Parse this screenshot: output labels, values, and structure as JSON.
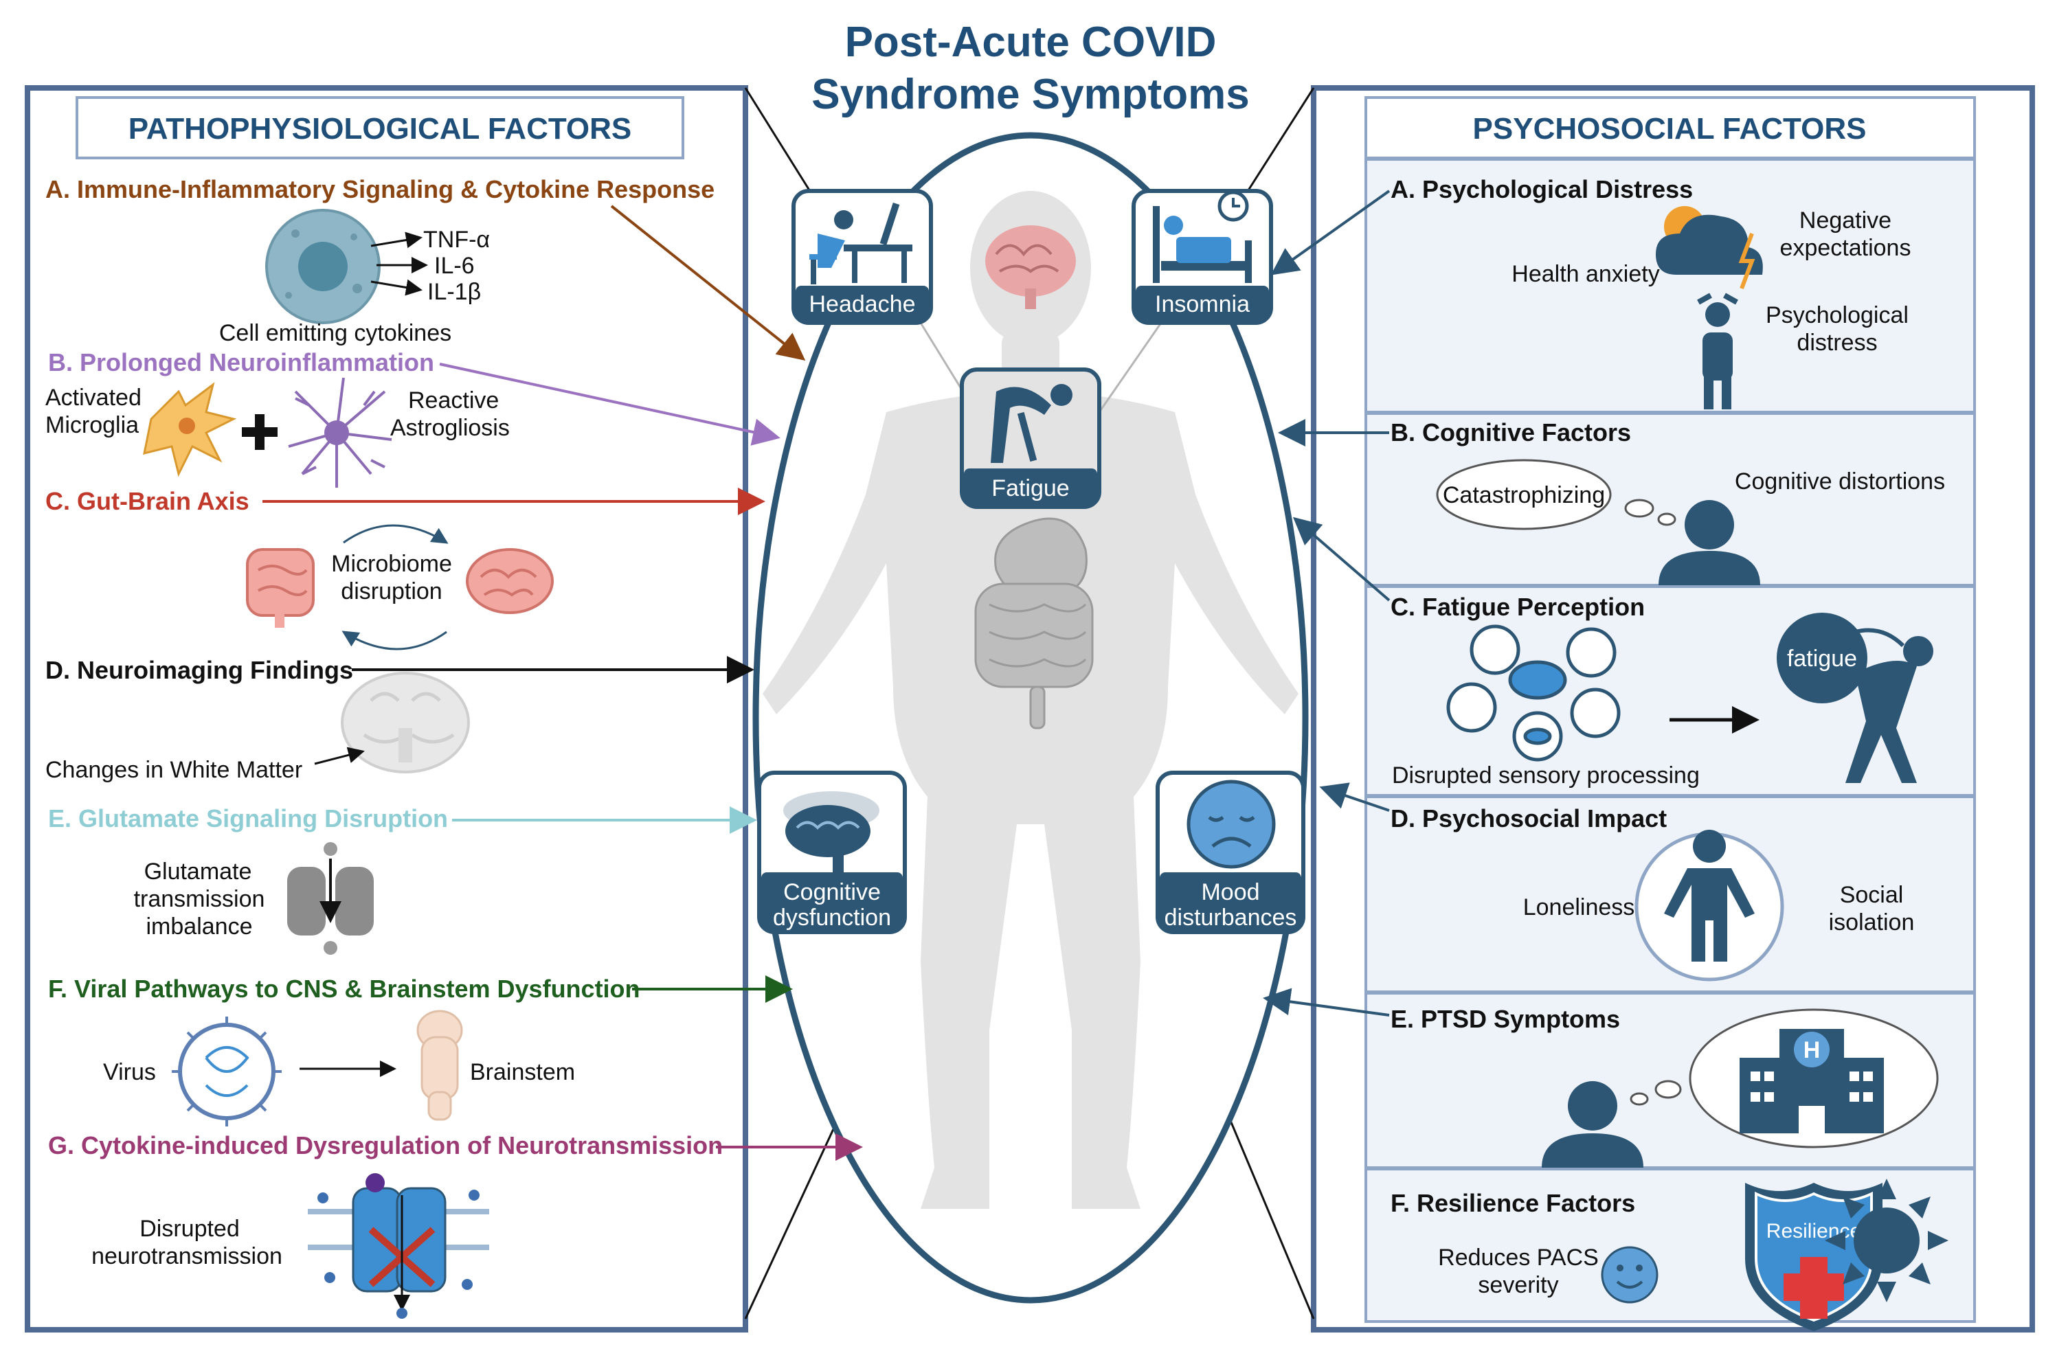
{
  "title": {
    "line1": "Post-Acute COVID",
    "line2": "Syndrome Symptoms"
  },
  "left_panel": {
    "title": "PATHOPHYSIOLOGICAL FACTORS",
    "sections": {
      "a": {
        "header": "A. Immune-Inflammatory Signaling & Cytokine Response",
        "color": "#8b4513",
        "cytokines": [
          "TNF-α",
          "IL-6",
          "IL-1β"
        ],
        "caption": "Cell emitting cytokines"
      },
      "b": {
        "header": "B. Prolonged Neuroinflammation",
        "color": "#9b72c0",
        "microglia": [
          "Activated",
          "Microglia"
        ],
        "astro": [
          "Reactive",
          "Astrogliosis"
        ]
      },
      "c": {
        "header": "C. Gut-Brain Axis",
        "color": "#c0392b",
        "caption": [
          "Microbiome",
          "disruption"
        ]
      },
      "d": {
        "header": "D. Neuroimaging Findings",
        "color": "#111111",
        "caption": "Changes in White Matter"
      },
      "e": {
        "header": "E. Glutamate Signaling Disruption",
        "color": "#8fcdd4",
        "caption": [
          "Glutamate",
          "transmission",
          "imbalance"
        ]
      },
      "f": {
        "header": "F. Viral Pathways to CNS & Brainstem Dysfunction",
        "color": "#1e5e1e",
        "virus": "Virus",
        "brainstem": "Brainstem"
      },
      "g": {
        "header": "G. Cytokine-induced Dysregulation of Neurotransmission",
        "color": "#9c3a73",
        "caption": [
          "Disrupted",
          "neurotransmission"
        ]
      }
    }
  },
  "center": {
    "symptoms": {
      "headache": "Headache",
      "insomnia": "Insomnia",
      "fatigue": "Fatigue",
      "cognitive": [
        "Cognitive",
        "dysfunction"
      ],
      "mood": [
        "Mood",
        "disturbances"
      ]
    }
  },
  "right_panel": {
    "title": "PSYCHOSOCIAL FACTORS",
    "sections": {
      "a": {
        "header": "A. Psychological Distress",
        "health": "Health anxiety",
        "negative": [
          "Negative",
          "expectations"
        ],
        "distress": [
          "Psychological",
          "distress"
        ]
      },
      "b": {
        "header": "B. Cognitive Factors",
        "catastrophizing": "Catastrophizing",
        "distortions": "Cognitive distortions"
      },
      "c": {
        "header": "C. Fatigue Perception",
        "fatigue_word": "fatigue",
        "caption": "Disrupted sensory processing"
      },
      "d": {
        "header": "D. Psychosocial Impact",
        "loneliness": "Loneliness",
        "isolation": [
          "Social",
          "isolation"
        ]
      },
      "e": {
        "header": "E. PTSD Symptoms",
        "hospital_letter": "H"
      },
      "f": {
        "header": "F. Resilience Factors",
        "shield": "Resilience",
        "reduces": [
          "Reduces PACS",
          "severity"
        ]
      }
    }
  },
  "colors": {
    "navy": "#2d5674",
    "frame": "#4f6b94",
    "title": "#1f4e79",
    "body": "#e3e3e3"
  },
  "icons": [
    "cell-icon",
    "microglia-icon",
    "astrocyte-icon",
    "intestine-icon",
    "brain-icon",
    "white-matter-brain-icon",
    "glutamate-receptor-icon",
    "virus-icon",
    "brainstem-icon",
    "ion-channel-icon",
    "headache-icon",
    "insomnia-icon",
    "fatigue-icon",
    "cognitive-brain-icon",
    "sad-face-icon",
    "storm-cloud-icon",
    "distress-person-icon",
    "thought-bubble-icon",
    "person-icon",
    "senses-icon",
    "tired-person-icon",
    "lonely-person-icon",
    "hospital-icon",
    "shield-icon",
    "smiley-icon",
    "sun-icon"
  ]
}
